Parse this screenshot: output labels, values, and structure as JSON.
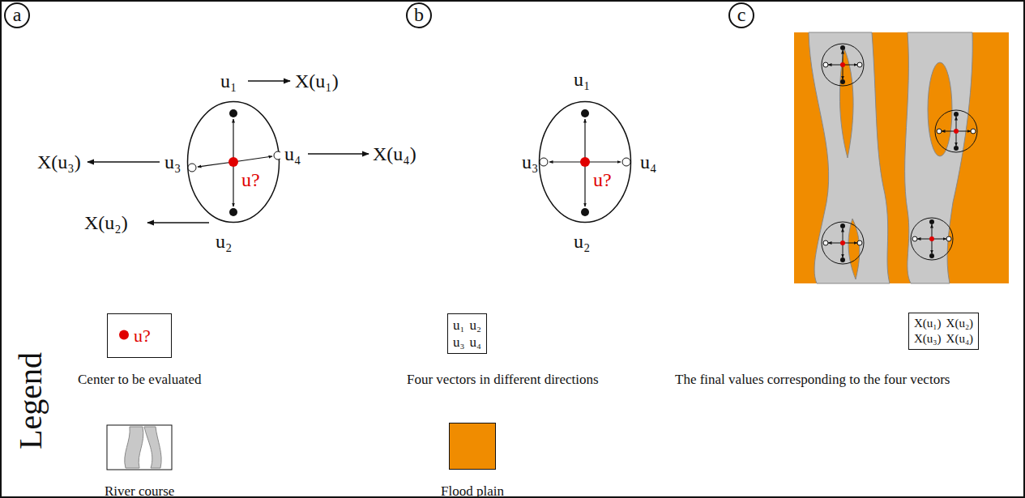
{
  "diagram": {
    "nodes": [
      {
        "text": [
          "a"
        ]
      },
      {
        "text": [
          "b"
        ]
      },
      {
        "text": [
          "c"
        ]
      },
      {
        "text": [
          "u?"
        ]
      },
      {
        "text": [
          "u?"
        ]
      },
      {
        "text": [
          "u?"
        ]
      },
      {
        "text": [
          "u₁",
          "u₂",
          "u₃",
          "u₄"
        ]
      },
      {
        "text": [
          "X(u₁)",
          "X(u₂)",
          "X(u₃)",
          "X(u₄)"
        ]
      }
    ],
    "labels": [
      "u₁",
      "X(u₁)",
      "X(u₃)",
      "u₃",
      "u₄",
      "X(u₄)",
      "X(u₂)",
      "u₂",
      "u₁",
      "u₃",
      "u₄",
      "u₂",
      "Legend"
    ],
    "legend": [
      {
        "text": "Center to be evaluated"
      },
      {
        "text": "Four vectors in different directions"
      },
      {
        "text": "The final values corresponding to the four vectors"
      },
      {
        "text": "River course"
      },
      {
        "text": "Flood plain",
        "color": "#f08c00"
      }
    ]
  }
}
